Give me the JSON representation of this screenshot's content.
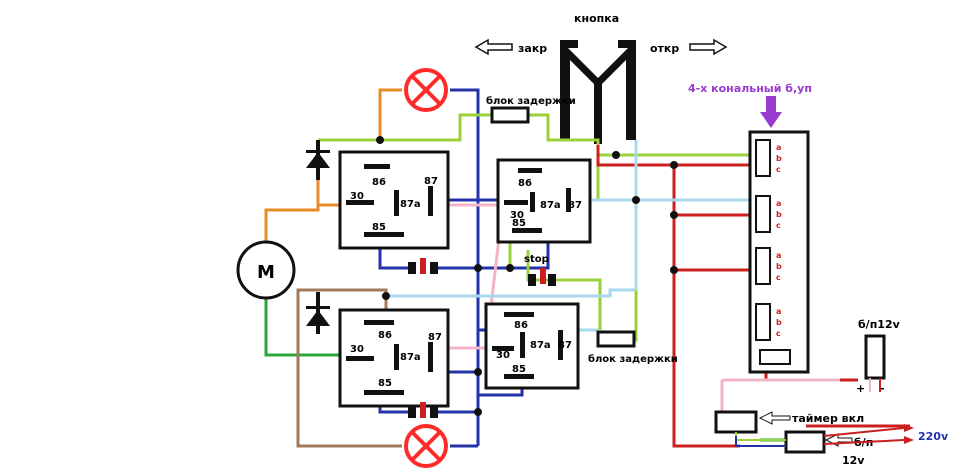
{
  "labels": {
    "button": "кнопка",
    "close": "закр",
    "open": "откр",
    "delay_top": "блок задержки",
    "delay_bottom": "блок задержки",
    "ecu": "4-х кональный б,уп",
    "stop": "stop",
    "motor": "M",
    "psu_top": "б/п12v",
    "timer": "таймер вкл",
    "psu_bottom": "б/п",
    "v12": "12v",
    "v220": "220v",
    "plus": "+",
    "minus": "-"
  },
  "relay_pins": {
    "r1": {
      "a": "86",
      "b": "87",
      "c": "87a",
      "d": "30",
      "e": "85"
    },
    "r2": {
      "a": "86",
      "b": "87a",
      "c": "87",
      "d": "30",
      "e": "85"
    },
    "r3": {
      "a": "86",
      "b": "87a",
      "c": "87",
      "d": "30",
      "e": "85"
    },
    "r4": {
      "a": "86",
      "b": "87a",
      "c": "87",
      "d": "30",
      "e": "85"
    }
  },
  "channel_pins": [
    "a",
    "b",
    "c"
  ],
  "colors": {
    "blue": "#2233aa",
    "orange": "#e88a2a",
    "lime": "#9ad13a",
    "red": "#cc1f1f",
    "pink": "#f2b4c6",
    "lightblue": "#a8d8ee",
    "green": "#2aa63a",
    "brown": "#a07a5a",
    "purple": "#9a3bd0",
    "lamp": "#ff2a2a"
  }
}
